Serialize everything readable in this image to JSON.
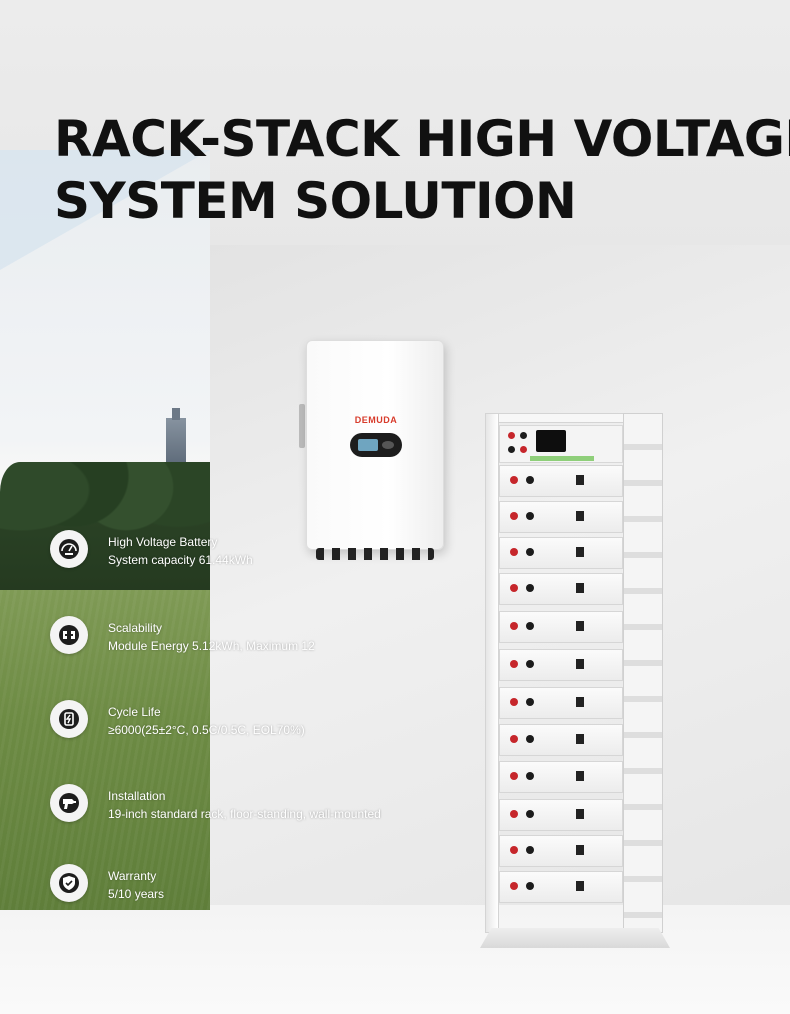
{
  "header": {
    "title_line1": "RACK-STACK HIGH VOLTAGE",
    "title_line2": "SYSTEM SOLUTION"
  },
  "inverter": {
    "brand": "DEMUDA"
  },
  "features": [
    {
      "icon": "battery-gauge-icon",
      "label": "High Voltage Battery",
      "detail": "System capacity 61.44kWh"
    },
    {
      "icon": "scalability-icon",
      "label": "Scalability",
      "detail": "Module Energy 5.12kWh, Maximum 12"
    },
    {
      "icon": "cycle-life-icon",
      "label": "Cycle Life",
      "detail": "≥6000(25±2°C, 0.5C/0.5C, EOL70%)"
    },
    {
      "icon": "drill-icon",
      "label": "Installation",
      "detail": "19-inch standard rack, floor-standing, wall-mounted"
    },
    {
      "icon": "shield-check-icon",
      "label": "Warranty",
      "detail": "5/10 years"
    }
  ],
  "colors": {
    "title": "#111111",
    "brand_red": "#d83b2b",
    "terminal_red": "#c6262b"
  }
}
